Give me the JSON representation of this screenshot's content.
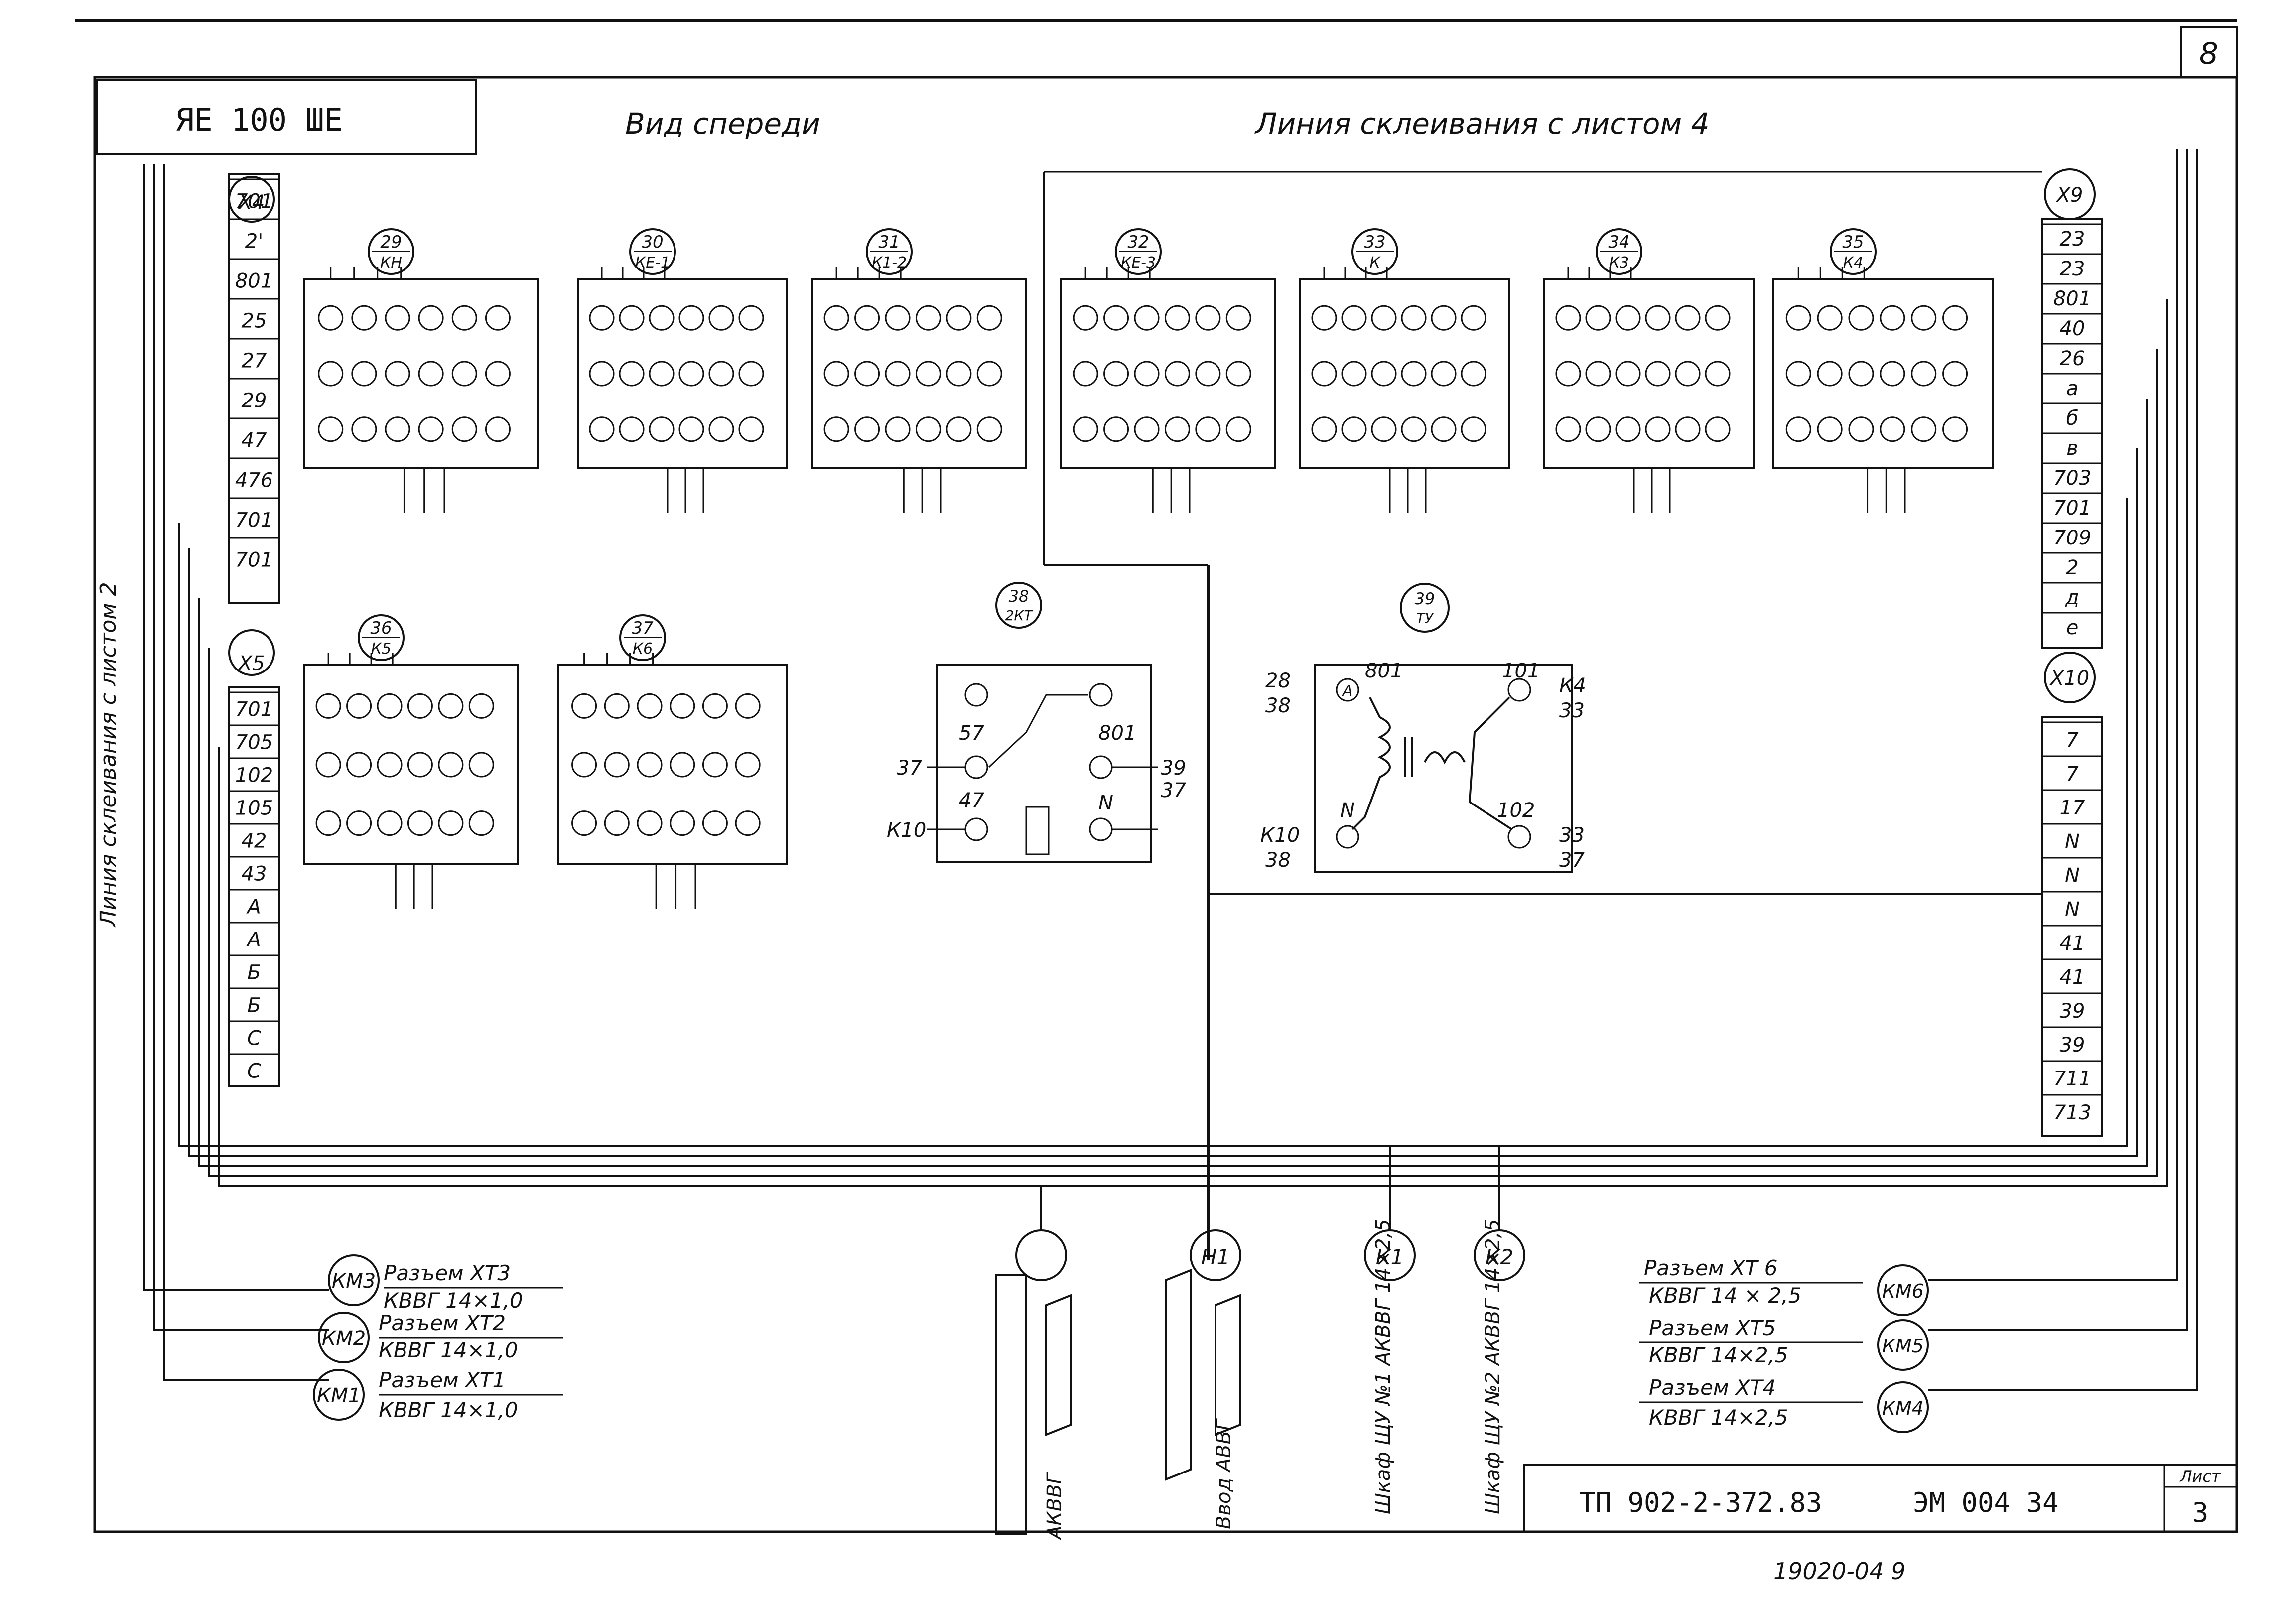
{
  "sheet": {
    "page_number": "8",
    "stamp_code": "ЯЕ 100 ШЕ",
    "title_front_view": "Вид спереди",
    "title_glue_line": "Линия склеивания с листом 4",
    "side_label": "Линия склеивания с листом 2",
    "doc_code": "ТП 902-2-372.83",
    "doc_number": "ЭМ 004 34",
    "sheet_label": "Лист",
    "sheet_no": "3",
    "archive_no": "19020-04 9"
  },
  "relays_top": [
    {
      "id": "29",
      "tag": "КН"
    },
    {
      "id": "30",
      "tag": "КЕ-1"
    },
    {
      "id": "31",
      "tag": "К1-2"
    },
    {
      "id": "32",
      "tag": "КЕ-3"
    },
    {
      "id": "33",
      "tag": "К"
    },
    {
      "id": "34",
      "tag": "К3"
    },
    {
      "id": "35",
      "tag": "К4"
    }
  ],
  "relays_bottom": [
    {
      "id": "36",
      "tag": "К5"
    },
    {
      "id": "37",
      "tag": "К6"
    },
    {
      "id": "38",
      "tag": "2КТ"
    },
    {
      "id": "39",
      "tag": "ТУ"
    }
  ],
  "terminal_left_top": {
    "tag": "Х4",
    "rows": [
      "701",
      "2'",
      "801",
      "25",
      "27",
      "29",
      "47",
      "476",
      "701",
      "701"
    ]
  },
  "terminal_left_bottom": {
    "tag": "Х5",
    "rows": [
      "701",
      "705",
      "102",
      "105",
      "42",
      "43",
      "А",
      "А",
      "Б",
      "Б",
      "С",
      "С"
    ]
  },
  "terminal_right_top": {
    "tag": "Х9",
    "rows": [
      "23",
      "23",
      "801",
      "40",
      "26",
      "а",
      "б",
      "в",
      "703",
      "701",
      "709",
      "2",
      "д",
      "е"
    ]
  },
  "terminal_right_bottom": {
    "tag": "Х10",
    "rows": [
      "7",
      "7",
      "17",
      "N",
      "N",
      "N",
      "41",
      "41",
      "39",
      "39",
      "711",
      "713"
    ]
  },
  "timer_labels": {
    "t1": "57",
    "t2": "47",
    "in1": "37",
    "in2": "К10",
    "out1": "801",
    "out2": "N",
    "r1": "39",
    "r2": "37"
  },
  "transformer_labels": {
    "a": "А",
    "b": "801",
    "c": "101",
    "d": "К4",
    "e": "33",
    "n": "N",
    "f": "102",
    "g": "33",
    "h": "37",
    "p1": "28",
    "p2": "38",
    "p3": "К10",
    "p4": "38"
  },
  "cables_bottom": [
    {
      "id": "",
      "text": "АКВВГ"
    },
    {
      "id": "Н1",
      "text": "Ввод АВВГ"
    },
    {
      "id": "К1",
      "text": "Шкаф ЩУ №1 АКВВГ 14×2,5"
    },
    {
      "id": "К2",
      "text": "Шкаф ЩУ №2 АКВВГ 14×2,5"
    }
  ],
  "connectors_left": [
    {
      "id": "КМ3",
      "top": "Разъем ХТ3",
      "bottom": "КВВГ 14×1,0"
    },
    {
      "id": "КМ2",
      "top": "Разъем ХТ2",
      "bottom": "КВВГ 14×1,0"
    },
    {
      "id": "КМ1",
      "top": "Разъем ХТ1",
      "bottom": "КВВГ 14×1,0"
    }
  ],
  "connectors_right": [
    {
      "id": "КМ6",
      "top": "Разъем ХТ 6",
      "bottom": "КВВГ 14 × 2,5"
    },
    {
      "id": "КМ5",
      "top": "Разъем ХТ5",
      "bottom": "КВВГ 14×2,5"
    },
    {
      "id": "КМ4",
      "top": "Разъем ХТ4",
      "bottom": "КВВГ 14×2,5"
    }
  ]
}
